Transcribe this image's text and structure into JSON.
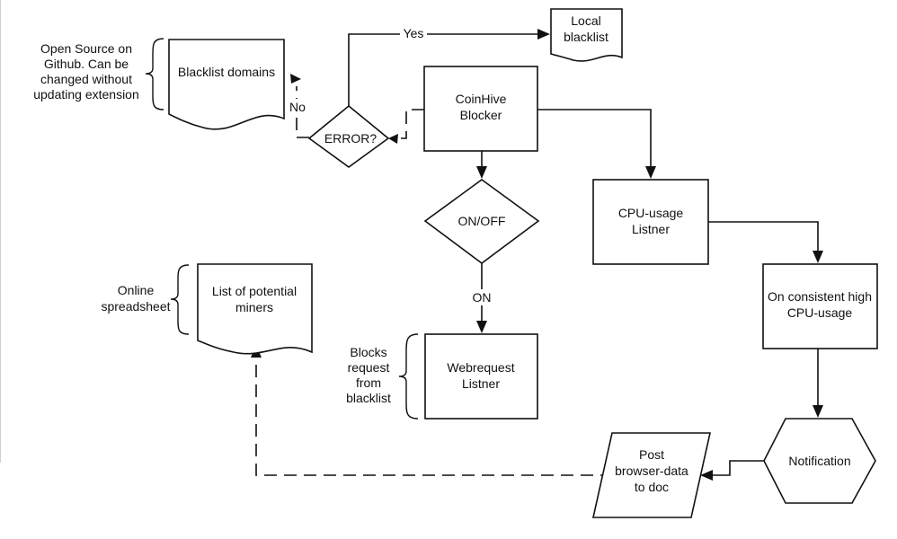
{
  "nodes": {
    "blacklist_domains": {
      "text": [
        "Blacklist domains"
      ]
    },
    "local_blacklist": {
      "text": [
        "Local",
        "blacklist"
      ]
    },
    "error_check": {
      "text": [
        "ERROR?"
      ]
    },
    "coinhive_blocker": {
      "text": [
        "CoinHive",
        "Blocker"
      ]
    },
    "on_off": {
      "text": [
        "ON/OFF"
      ]
    },
    "cpu_listner": {
      "text": [
        "CPU-usage",
        "Listner"
      ]
    },
    "list_miners": {
      "text": [
        "List of potential",
        "miners"
      ]
    },
    "webrequest_listner": {
      "text": [
        "Webrequest",
        "Listner"
      ]
    },
    "high_cpu": {
      "text": [
        "On consistent high",
        "CPU-usage"
      ]
    },
    "notification": {
      "text": [
        "Notification"
      ]
    },
    "post_data": {
      "text": [
        "Post",
        "browser-data",
        "to doc"
      ]
    }
  },
  "annotations": {
    "open_source": {
      "text": [
        "Open Source on",
        "Github. Can be",
        "changed without",
        "updating extension"
      ]
    },
    "online_spreadsheet": {
      "text": [
        "Online",
        "spreadsheet"
      ]
    },
    "blocks_request": {
      "text": [
        "Blocks",
        "request",
        "from",
        "blacklist"
      ]
    }
  },
  "edge_labels": {
    "yes": "Yes",
    "no": "No",
    "on": "ON"
  },
  "colors": {
    "stroke": "#111111",
    "background": "#ffffff"
  }
}
